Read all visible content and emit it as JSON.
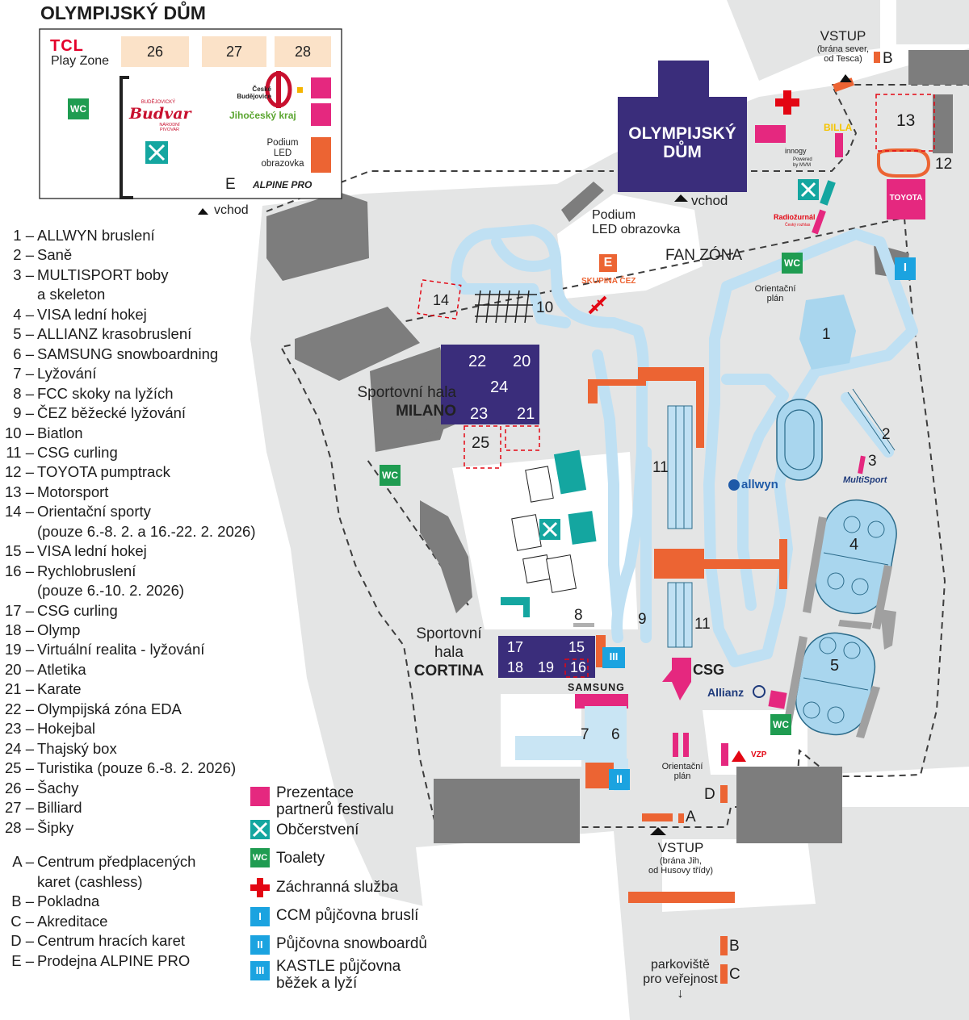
{
  "title": "OLYMPIJSKÝ DŮM",
  "inset": {
    "tcl_logo": "TCL",
    "tcl_zone": "Play Zone",
    "rooms": [
      "26",
      "27",
      "28"
    ],
    "wc": "WC",
    "budvar": [
      "BUDĚJOVICKÝ",
      "Budvar",
      "NÁRODNÍ PIVOVAR"
    ],
    "ceske_budejovice": "České Budějovice",
    "jihocesky_kraj": "Jihočeský kraj",
    "podium": [
      "Podium",
      "LED",
      "obrazovka"
    ],
    "e_label": "E",
    "alpine_pro": "ALPINE PRO",
    "entrance": "vchod"
  },
  "legend_numbers": [
    {
      "key": "1",
      "text": "ALLWYN bruslení"
    },
    {
      "key": "2",
      "text": "Saně"
    },
    {
      "key": "3",
      "text": "MULTISPORT boby"
    },
    {
      "key": "",
      "text": "a skeleton"
    },
    {
      "key": "4",
      "text": "VISA lední hokej"
    },
    {
      "key": "5",
      "text": "ALLIANZ krasobruslení"
    },
    {
      "key": "6",
      "text": "SAMSUNG snowboardning"
    },
    {
      "key": "7",
      "text": "Lyžování"
    },
    {
      "key": "8",
      "text": "FCC skoky na lyžích"
    },
    {
      "key": "9",
      "text": "ČEZ běžecké lyžování"
    },
    {
      "key": "10",
      "text": "Biatlon"
    },
    {
      "key": "11",
      "text": "CSG curling"
    },
    {
      "key": "12",
      "text": "TOYOTA pumptrack"
    },
    {
      "key": "13",
      "text": "Motorsport"
    },
    {
      "key": "14",
      "text": "Orientační sporty"
    },
    {
      "key": "",
      "text": "(pouze 6.-8. 2. a 16.-22. 2. 2026)"
    },
    {
      "key": "15",
      "text": "VISA lední hokej"
    },
    {
      "key": "16",
      "text": "Rychlobruslení"
    },
    {
      "key": "",
      "text": "(pouze 6.-10. 2. 2026)"
    },
    {
      "key": "17",
      "text": "CSG curling"
    },
    {
      "key": "18",
      "text": "Olymp"
    },
    {
      "key": "19",
      "text": "Virtuální realita - lyžování"
    },
    {
      "key": "20",
      "text": "Atletika"
    },
    {
      "key": "21",
      "text": "Karate"
    },
    {
      "key": "22",
      "text": "Olympijská zóna EDA"
    },
    {
      "key": "23",
      "text": "Hokejbal"
    },
    {
      "key": "24",
      "text": "Thajský box"
    },
    {
      "key": "25",
      "text": "Turistika (pouze 6.-8. 2. 2026)"
    },
    {
      "key": "26",
      "text": "Šachy"
    },
    {
      "key": "27",
      "text": "Billiard"
    },
    {
      "key": "28",
      "text": "Šipky"
    }
  ],
  "legend_letters": [
    {
      "key": "A",
      "text": "Centrum předplacených"
    },
    {
      "key": "",
      "text": "karet (cashless)"
    },
    {
      "key": "B",
      "text": "Pokladna"
    },
    {
      "key": "C",
      "text": "Akreditace"
    },
    {
      "key": "D",
      "text": "Centrum hracích karet"
    },
    {
      "key": "E",
      "text": "Prodejna ALPINE PRO"
    }
  ],
  "symbol_legend": [
    {
      "icon": "partner-square-icon",
      "text": [
        "Prezentace",
        "partnerů festivalu"
      ]
    },
    {
      "icon": "food-icon",
      "text": [
        "Občerstvení"
      ]
    },
    {
      "icon": "wc-icon",
      "text": [
        "Toalety"
      ]
    },
    {
      "icon": "rescue-cross-icon",
      "text": [
        "Záchranná služba"
      ]
    },
    {
      "icon": "rental-i-icon",
      "text": [
        "CCM půjčovna bruslí"
      ]
    },
    {
      "icon": "rental-ii-icon",
      "text": [
        "Půjčovna snowboardů"
      ]
    },
    {
      "icon": "rental-iii-icon",
      "text": [
        "KASTLE půjčovna",
        "běžek a lyží"
      ]
    }
  ],
  "map": {
    "olympic_house": [
      "OLYMPIJSKÝ",
      "DŮM"
    ],
    "vchod": "vchod",
    "vstup_north": "VSTUP",
    "vstup_north_sub": [
      "(brána sever,",
      "od Tesca)"
    ],
    "vstup_south": "VSTUP",
    "vstup_south_sub": [
      "(brána Jih,",
      "od Husovy třídy)"
    ],
    "parking": [
      "parkoviště",
      "pro veřejnost",
      "↓"
    ],
    "podium": [
      "Podium",
      "LED obrazovka"
    ],
    "fan_zone": "FAN ZÓNA",
    "orient_plan": [
      "Orientační",
      "plán"
    ],
    "milano": [
      "Sportovní hala",
      "MILANO"
    ],
    "cortina": [
      "Sportovní",
      "hala",
      "CORTINA"
    ],
    "skupina_cez": "SKUPINA ČEZ",
    "billa": "BILLA",
    "toyota": "TOYOTA",
    "innogy": "innogy",
    "innogy_sub": [
      "Powered",
      "by MVM"
    ],
    "radiozurnal": "Radiožurnál",
    "radiozurnal_sub": "Český rozhlas",
    "allwyn": "allwyn",
    "multisport": "MultiSport",
    "allianz": "Allianz",
    "csg": "CSG",
    "samsung": "SAMSUNG",
    "vzp": "VZP",
    "wc": "WC",
    "area_labels": [
      "1",
      "2",
      "3",
      "4",
      "5",
      "6",
      "7",
      "8",
      "9",
      "10",
      "11",
      "11",
      "12",
      "13",
      "14",
      "15",
      "16",
      "17",
      "18",
      "19",
      "20",
      "21",
      "22",
      "23",
      "24",
      "25"
    ],
    "letter_labels": [
      "A",
      "B",
      "B",
      "C",
      "D"
    ],
    "rental": [
      "I",
      "II",
      "III"
    ]
  },
  "colors": {
    "navy": "#3a2d7b",
    "orange": "#ec6433",
    "magenta": "#e5287f",
    "wc_green": "#1f9c51",
    "teal": "#14a6a0",
    "blue": "#1ba3e0",
    "ice": "#bfe0f3",
    "path": "#c9e5f4",
    "grey_bldg": "#7d7d7d",
    "grey_ground": "#e5e6e6",
    "red": "#e30613",
    "peach": "#fbe2c8"
  }
}
